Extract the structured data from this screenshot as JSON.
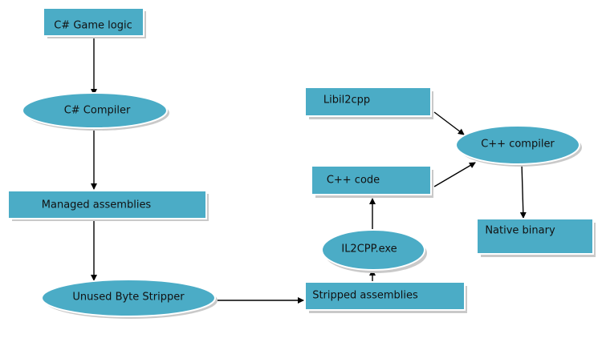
{
  "diagram": {
    "colors": {
      "node_fill": "#4BACC6",
      "node_border": "#ffffff",
      "node_shadow": "#c9c9c9",
      "ellipse_outline": "#31859c",
      "arrow": "#000000",
      "text": "#111111"
    },
    "nodes": {
      "csharp_game_logic": "C# Game logic",
      "csharp_compiler": "C# Compiler",
      "managed_assemblies": "Managed assemblies",
      "unused_byte_stripper": "Unused Byte Stripper",
      "stripped_assemblies": "Stripped assemblies",
      "il2cpp_exe": "IL2CPP.exe",
      "cpp_code": "C++ code",
      "libil2cpp": "Libil2cpp",
      "cpp_compiler": "C++ compiler",
      "native_binary": "Native binary"
    },
    "edges": [
      {
        "from": "csharp_game_logic",
        "to": "csharp_compiler"
      },
      {
        "from": "csharp_compiler",
        "to": "managed_assemblies"
      },
      {
        "from": "managed_assemblies",
        "to": "unused_byte_stripper"
      },
      {
        "from": "unused_byte_stripper",
        "to": "stripped_assemblies"
      },
      {
        "from": "stripped_assemblies",
        "to": "il2cpp_exe"
      },
      {
        "from": "il2cpp_exe",
        "to": "cpp_code"
      },
      {
        "from": "cpp_code",
        "to": "cpp_compiler"
      },
      {
        "from": "libil2cpp",
        "to": "cpp_compiler"
      },
      {
        "from": "cpp_compiler",
        "to": "native_binary"
      }
    ]
  }
}
